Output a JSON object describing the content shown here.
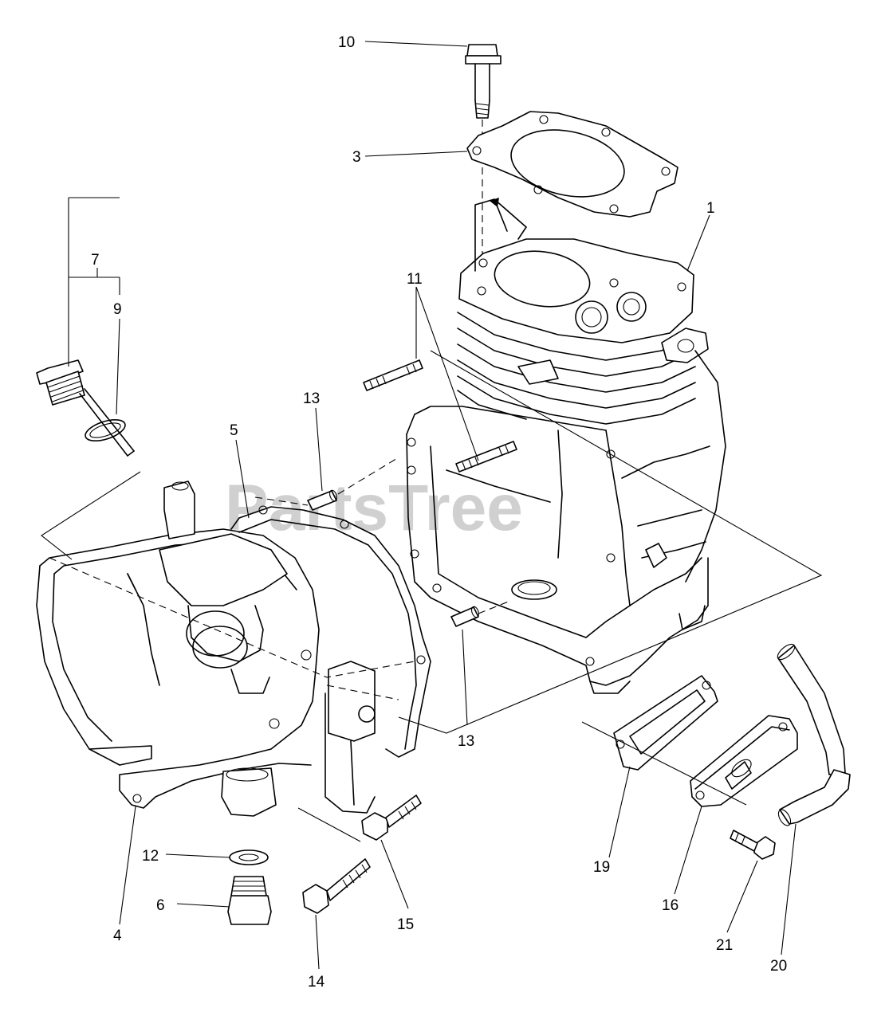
{
  "watermark": "PartsTree",
  "callouts": {
    "c1": "1",
    "c3": "3",
    "c4": "4",
    "c5": "5",
    "c6": "6",
    "c7": "7",
    "c9": "9",
    "c10": "10",
    "c11": "11",
    "c12": "12",
    "c13a": "13",
    "c13b": "13",
    "c14": "14",
    "c15": "15",
    "c16": "16",
    "c19": "19",
    "c20": "20",
    "c21": "21"
  }
}
